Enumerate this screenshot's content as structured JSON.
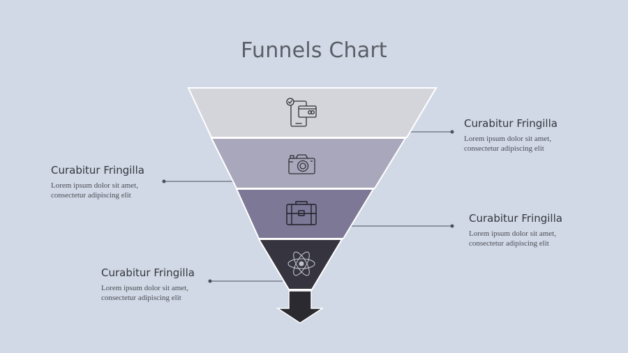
{
  "title": "Funnels Chart",
  "stages": [
    {
      "heading": "Curabitur Fringilla",
      "line1": "Lorem ipsum dolor sit amet,",
      "line2": "consectetur adipiscing elit",
      "icon": "mobile-payment-icon",
      "color": "#d4d4db"
    },
    {
      "heading": "Curabitur Fringilla",
      "line1": "Lorem ipsum dolor sit amet,",
      "line2": "consectetur adipiscing elit",
      "icon": "camera-icon",
      "color": "#a9a7bb"
    },
    {
      "heading": "Curabitur Fringilla",
      "line1": "Lorem ipsum dolor sit amet,",
      "line2": "consectetur adipiscing elit",
      "icon": "briefcase-icon",
      "color": "#7c7896"
    },
    {
      "heading": "Curabitur Fringilla",
      "line1": "Lorem ipsum dolor sit amet,",
      "line2": "consectetur adipiscing elit",
      "icon": "atom-icon",
      "color": "#36353f"
    }
  ],
  "arrow": {
    "icon": "arrow-down-icon",
    "color": "#2b2a31"
  },
  "connector_color": "#4a4f5c"
}
